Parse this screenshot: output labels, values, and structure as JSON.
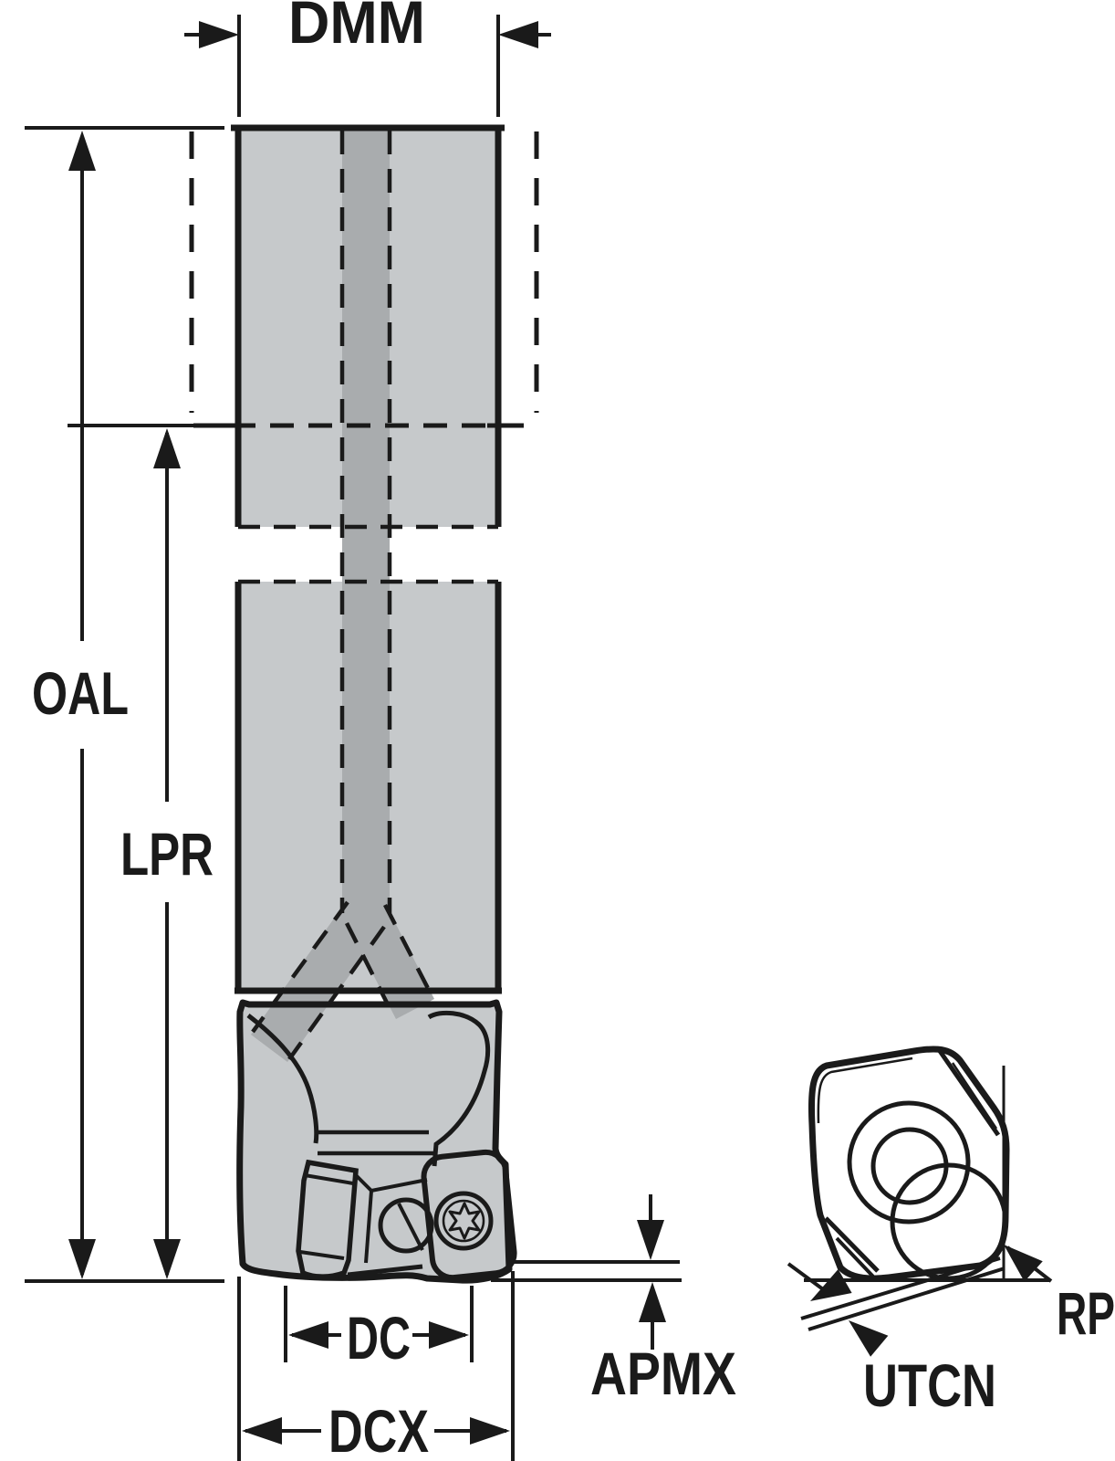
{
  "figure": {
    "type": "technical-dimension-diagram",
    "subject": "indexable end mill with insert detail",
    "labels": {
      "dmm": "DMM",
      "oal": "OAL",
      "lpr": "LPR",
      "dc": "DC",
      "dcx": "DCX",
      "apmx": "APMX",
      "rp": "RP",
      "utcn": "UTCN"
    },
    "colors": {
      "body_gray": "#C6C9CB",
      "channel_gray": "#A9ACAE",
      "insert_yellow": "#FFDF0A",
      "hole_cream": "#F3EDD3",
      "screw_gray": "#C2C5C7",
      "screw_recess_gray": "#B0B3B5",
      "outline": "#1A1A1A",
      "background": "#FFFFFF"
    }
  }
}
